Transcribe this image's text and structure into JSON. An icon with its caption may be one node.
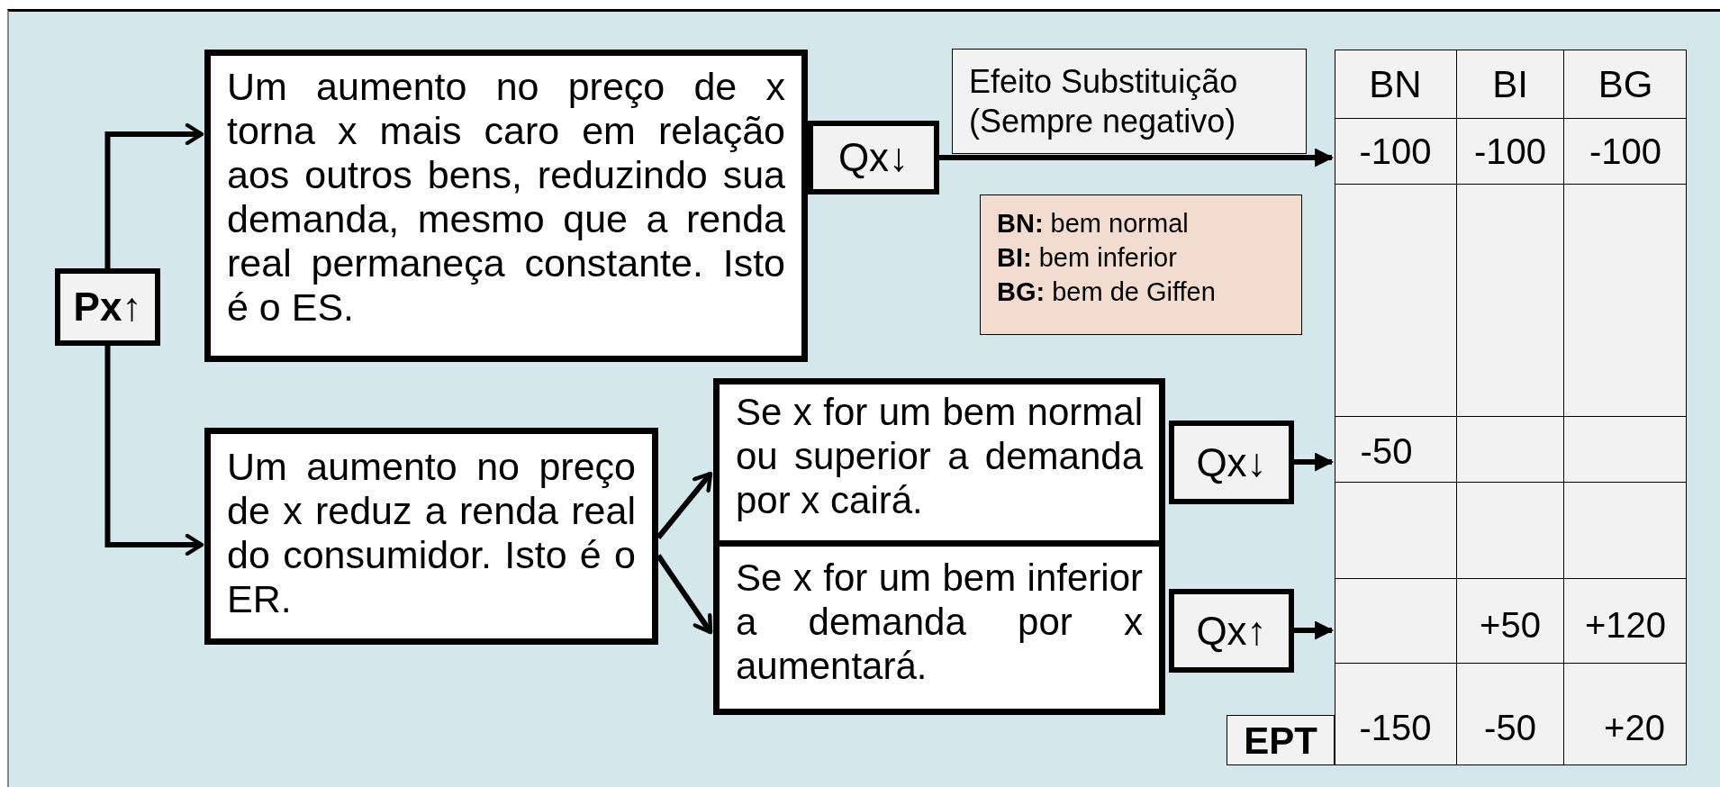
{
  "diagram": {
    "nodes": [
      {
        "text": [
          "Px↑"
        ]
      },
      {
        "text": [
          "Um aumento no preço de x torna x mais caro em relação aos outros bens, reduzindo sua demanda, mesmo que a renda real permaneça constante. Isto é o ES."
        ]
      },
      {
        "text": [
          "Qx↓"
        ]
      },
      {
        "text": [
          "Efeito Substituição (Sempre negativo)"
        ]
      },
      {
        "text": [
          "**BN:** bem normal",
          "**BI:** bem inferior",
          "**BG:** bem de Giffen"
        ]
      },
      {
        "text": [],
        "shape": "box"
      },
      {
        "text": [
          "Um aumento no preço de x reduz a renda real do consumidor. Isto é o ER."
        ]
      },
      {
        "text": [
          "Se x for um bem normal ou superior a demanda por x cairá."
        ]
      },
      {
        "text": [
          "Se x for um bem inferior a demanda por x aumentará."
        ]
      },
      {
        "text": [
          "Qx↓"
        ]
      },
      {
        "text": [
          "Qx↑"
        ]
      },
      {
        "text": [
          "EPT"
        ]
      }
    ],
    "edges": [
      {
        "from": 0,
        "to": 1,
        "arrow": "to"
      },
      {
        "from": 0,
        "to": 6,
        "arrow": "to"
      },
      {
        "from": 2,
        "to": 5,
        "arrow": "to"
      },
      {
        "from": 6,
        "to": 7,
        "arrow": "to"
      },
      {
        "from": 6,
        "to": 8,
        "arrow": "to"
      },
      {
        "from": 9,
        "to": 5,
        "arrow": "to"
      },
      {
        "from": 10,
        "to": 5,
        "arrow": "to"
      }
    ],
    "labels": [
      "BN",
      "BI",
      "BG",
      "-100",
      "-100",
      "-100",
      "-50",
      "+50",
      "+120",
      "-150",
      "-50",
      "+20"
    ]
  }
}
